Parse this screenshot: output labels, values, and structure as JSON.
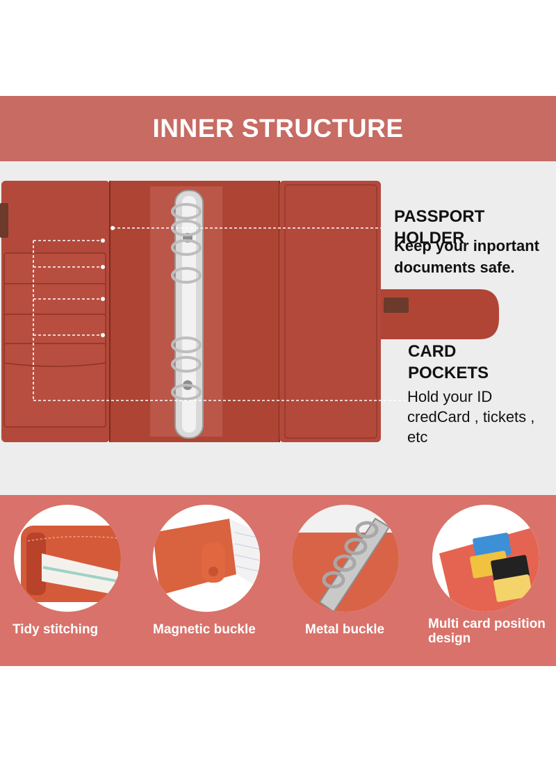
{
  "header": {
    "title": "INNER STRUCTURE"
  },
  "callouts": {
    "passport": {
      "title": "PASSPORT HOLDER",
      "text": "Keep your inportant documents safe."
    },
    "cards": {
      "title": "CARD POCKETS",
      "text": "Hold your ID credCard , tickets , etc"
    }
  },
  "features": [
    {
      "label": "Tidy stitching",
      "icon": "stitching-closeup"
    },
    {
      "label": "Magnetic buckle",
      "icon": "buckle-closeup"
    },
    {
      "label": "Metal buckle",
      "icon": "rings-closeup"
    },
    {
      "label": "Multi card position design",
      "icon": "cards-closeup"
    }
  ],
  "colors": {
    "banner": "#c76b63",
    "feature_band": "#d9726a",
    "leather": "#b5493a",
    "background": "#ededed"
  }
}
